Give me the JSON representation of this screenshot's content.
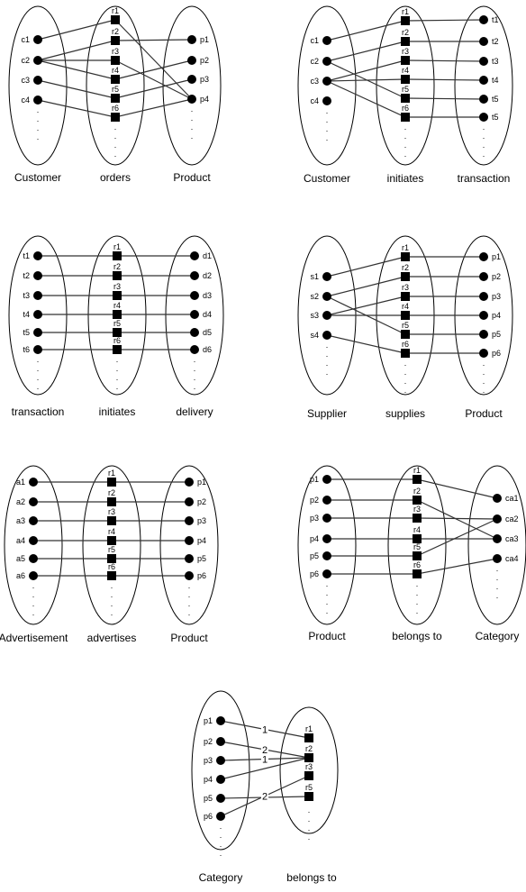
{
  "diagrams": [
    {
      "id": "customer-orders-product",
      "left": {
        "caption": "Customer",
        "items": [
          "c1",
          "c2",
          "c3",
          "c4"
        ]
      },
      "middle": {
        "caption": "orders",
        "items": [
          "r1",
          "r2",
          "r3",
          "r4",
          "r5",
          "r6"
        ]
      },
      "right": {
        "caption": "Product",
        "items": [
          "p1",
          "p2",
          "p3",
          "p4"
        ]
      },
      "left_links": [
        [
          0,
          0
        ],
        [
          1,
          1
        ],
        [
          1,
          2
        ],
        [
          1,
          3
        ],
        [
          2,
          4
        ],
        [
          3,
          5
        ]
      ],
      "right_links": [
        [
          0,
          3
        ],
        [
          1,
          0
        ],
        [
          2,
          3
        ],
        [
          3,
          1
        ],
        [
          4,
          2
        ],
        [
          5,
          3
        ]
      ]
    },
    {
      "id": "customer-initiates-transaction",
      "left": {
        "caption": "Customer",
        "items": [
          "c1",
          "c2",
          "c3",
          "c4"
        ]
      },
      "middle": {
        "caption": "initiates",
        "items": [
          "r1",
          "r2",
          "r3",
          "r4",
          "r5",
          "r6"
        ]
      },
      "right": {
        "caption": "transaction",
        "items": [
          "t1",
          "t2",
          "t3",
          "t4",
          "t5",
          "t5"
        ]
      },
      "left_links": [
        [
          0,
          0
        ],
        [
          1,
          1
        ],
        [
          1,
          4
        ],
        [
          2,
          2
        ],
        [
          2,
          3
        ],
        [
          2,
          5
        ]
      ],
      "right_links": [
        [
          0,
          0
        ],
        [
          1,
          1
        ],
        [
          2,
          2
        ],
        [
          3,
          3
        ],
        [
          4,
          4
        ],
        [
          5,
          5
        ]
      ]
    },
    {
      "id": "transaction-initiates-delivery",
      "left": {
        "caption": "transaction",
        "items": [
          "t1",
          "t2",
          "t3",
          "t4",
          "t5",
          "t6"
        ]
      },
      "middle": {
        "caption": "initiates",
        "items": [
          "r1",
          "r2",
          "r3",
          "r4",
          "r5",
          "r6"
        ]
      },
      "right": {
        "caption": "delivery",
        "items": [
          "d1",
          "d2",
          "d3",
          "d4",
          "d5",
          "d6"
        ]
      },
      "left_links": [
        [
          0,
          0
        ],
        [
          1,
          1
        ],
        [
          2,
          2
        ],
        [
          3,
          3
        ],
        [
          4,
          4
        ],
        [
          5,
          5
        ]
      ],
      "right_links": [
        [
          0,
          0
        ],
        [
          1,
          1
        ],
        [
          2,
          2
        ],
        [
          3,
          3
        ],
        [
          4,
          4
        ],
        [
          5,
          5
        ]
      ]
    },
    {
      "id": "supplier-supplies-product",
      "left": {
        "caption": "Supplier",
        "items": [
          "s1",
          "s2",
          "s3",
          "s4"
        ]
      },
      "middle": {
        "caption": "supplies",
        "items": [
          "r1",
          "r2",
          "r3",
          "r4",
          "r5",
          "r6"
        ]
      },
      "right": {
        "caption": "Product",
        "items": [
          "p1",
          "p2",
          "p3",
          "p4",
          "p5",
          "p6"
        ]
      },
      "left_links": [
        [
          0,
          0
        ],
        [
          1,
          1
        ],
        [
          1,
          4
        ],
        [
          2,
          2
        ],
        [
          2,
          3
        ],
        [
          3,
          5
        ]
      ],
      "right_links": [
        [
          0,
          0
        ],
        [
          1,
          1
        ],
        [
          2,
          2
        ],
        [
          3,
          3
        ],
        [
          4,
          4
        ],
        [
          5,
          5
        ]
      ]
    },
    {
      "id": "advertisement-advertises-product",
      "left": {
        "caption": "Advertisement",
        "items": [
          "a1",
          "a2",
          "a3",
          "a4",
          "a5",
          "a6"
        ]
      },
      "middle": {
        "caption": "advertises",
        "items": [
          "r1",
          "r2",
          "r3",
          "r4",
          "r5",
          "r6"
        ]
      },
      "right": {
        "caption": "Product",
        "items": [
          "p1",
          "p2",
          "p3",
          "p4",
          "p5",
          "p6"
        ]
      },
      "left_links": [
        [
          0,
          0
        ],
        [
          1,
          1
        ],
        [
          2,
          2
        ],
        [
          3,
          3
        ],
        [
          4,
          4
        ],
        [
          5,
          5
        ]
      ],
      "right_links": [
        [
          0,
          0
        ],
        [
          1,
          1
        ],
        [
          2,
          2
        ],
        [
          3,
          3
        ],
        [
          4,
          4
        ],
        [
          5,
          5
        ]
      ]
    },
    {
      "id": "product-belongs-to-category",
      "left": {
        "caption": "Product",
        "items": [
          "p1",
          "p2",
          "p3",
          "p4",
          "p5",
          "p6"
        ]
      },
      "middle": {
        "caption": "belongs to",
        "items": [
          "r1",
          "r2",
          "r3",
          "r4",
          "r5",
          "r6"
        ]
      },
      "right": {
        "caption": "Category",
        "items": [
          "ca1",
          "ca2",
          "ca3",
          "ca4"
        ]
      },
      "left_links": [
        [
          0,
          0
        ],
        [
          1,
          1
        ],
        [
          2,
          2
        ],
        [
          3,
          3
        ],
        [
          4,
          4
        ],
        [
          5,
          5
        ]
      ],
      "right_links": [
        [
          0,
          0
        ],
        [
          1,
          2
        ],
        [
          2,
          1
        ],
        [
          3,
          2
        ],
        [
          4,
          1
        ],
        [
          5,
          3
        ]
      ]
    }
  ],
  "bottom_diagram": {
    "left": {
      "caption": "Category",
      "items": [
        "p1",
        "p2",
        "p3",
        "p4",
        "p5",
        "p6"
      ]
    },
    "middle": {
      "caption": "belongs to",
      "items": [
        "r1",
        "r2",
        "r3",
        "r5"
      ]
    },
    "links": [
      {
        "from": 0,
        "to": 0,
        "label": "1"
      },
      {
        "from": 1,
        "to": 1,
        "label": "2"
      },
      {
        "from": 2,
        "to": 1,
        "label": "1"
      },
      {
        "from": 3,
        "to": 1,
        "label": ""
      },
      {
        "from": 4,
        "to": 3,
        "label": "1"
      },
      {
        "from": 5,
        "to": 2,
        "label": "2"
      }
    ]
  }
}
